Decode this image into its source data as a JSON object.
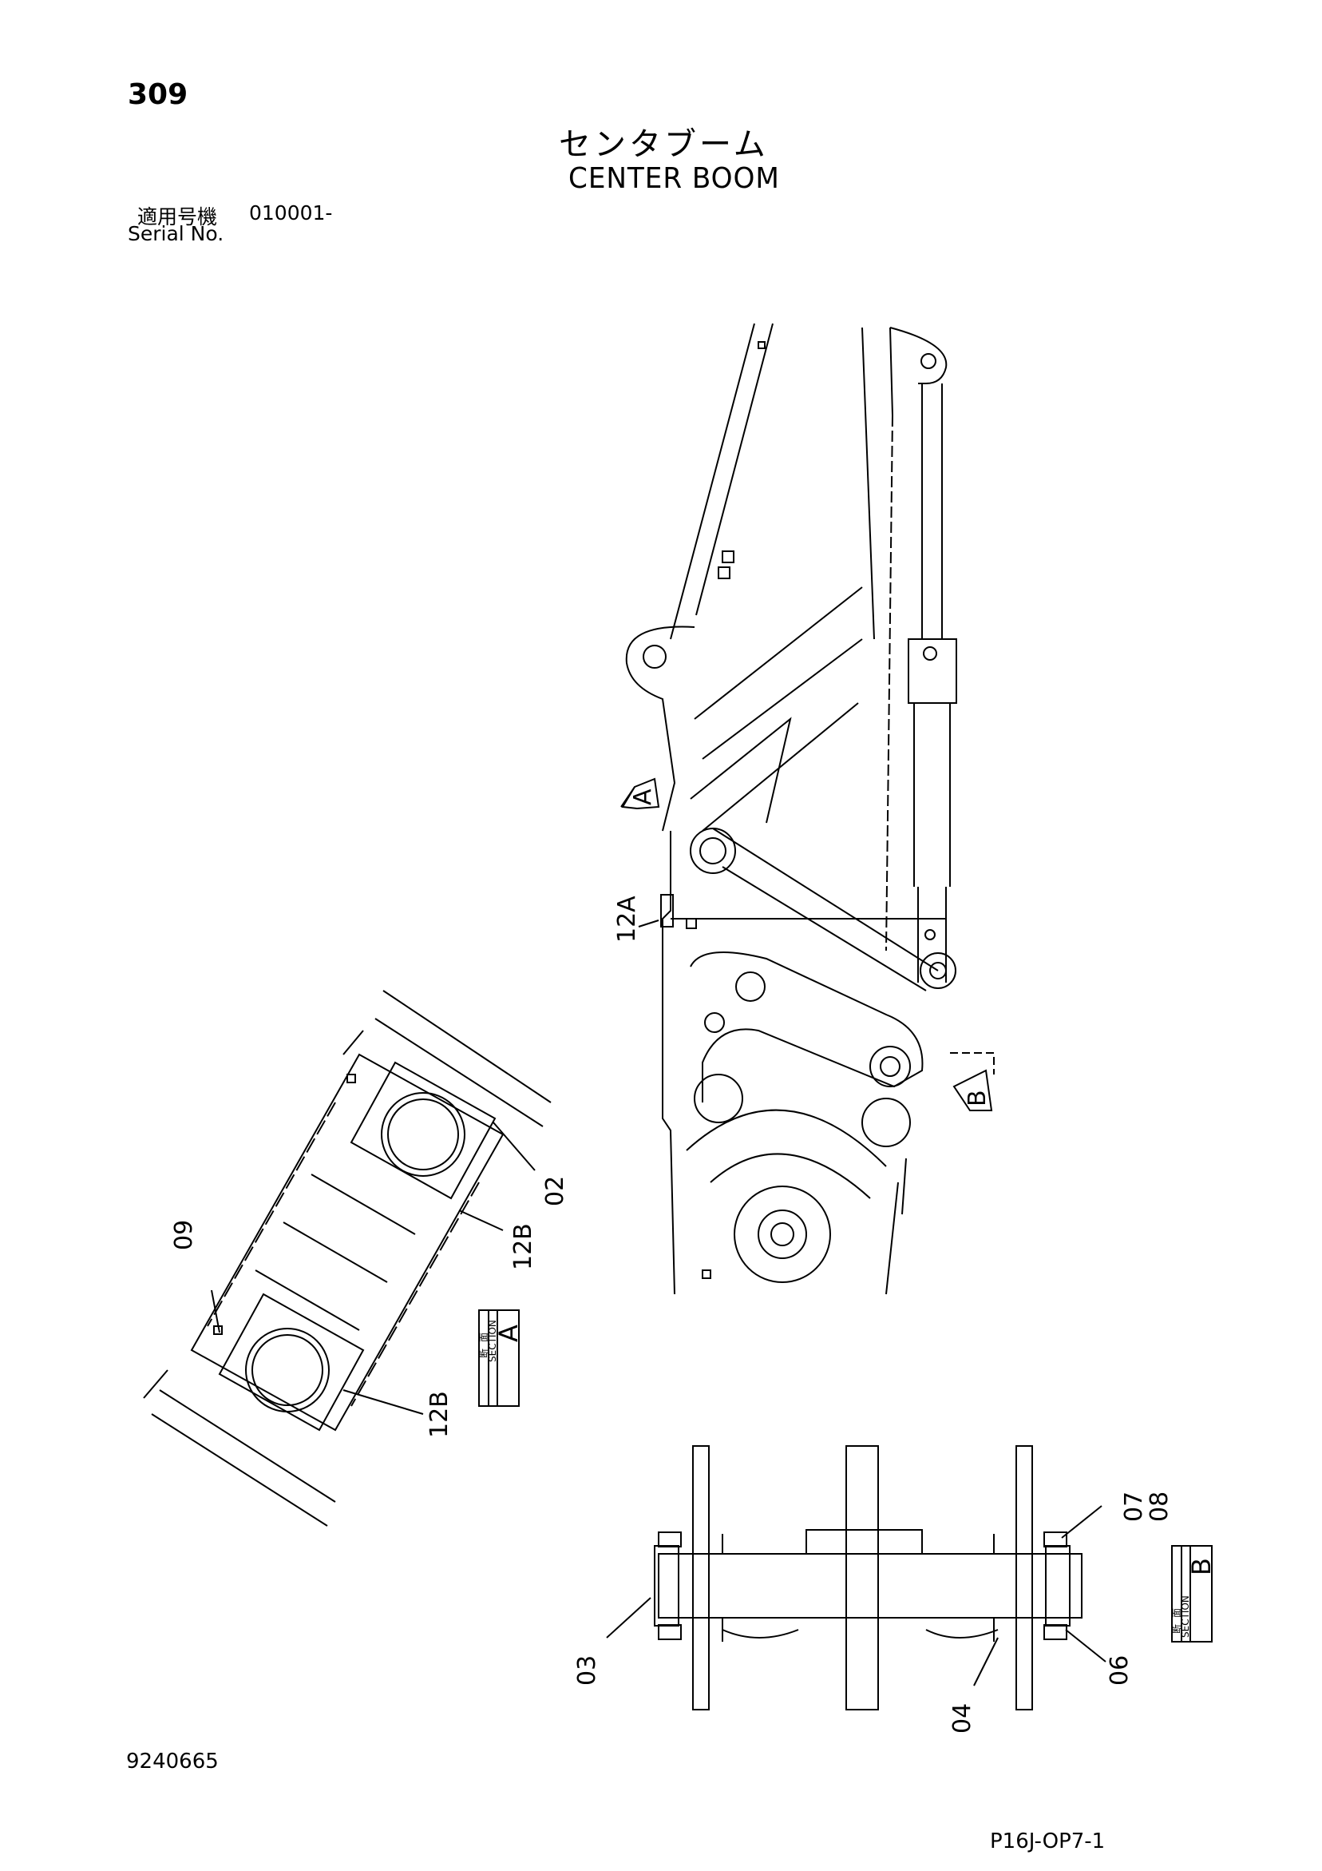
{
  "header": {
    "page_number": "309",
    "title_jp": "センタブーム",
    "title_en": "CENTER BOOM",
    "serial_label_jp": "適用号機",
    "serial_value": "010001-",
    "serial_label_en": "Serial No."
  },
  "footer": {
    "document_number": "9240665",
    "page_code": "P16J-OP7-1"
  },
  "drawing": {
    "view_markers": [
      "A",
      "B"
    ],
    "sections": [
      {
        "kanji_1": "断",
        "kanji_2": "面",
        "word": "SECTION",
        "letter": "A"
      },
      {
        "kanji_1": "断",
        "kanji_2": "面",
        "word": "SECTION",
        "letter": "B"
      }
    ],
    "callouts": [
      "12A",
      "02",
      "12B",
      "09",
      "12B",
      "07",
      "08",
      "03",
      "04",
      "06"
    ]
  }
}
